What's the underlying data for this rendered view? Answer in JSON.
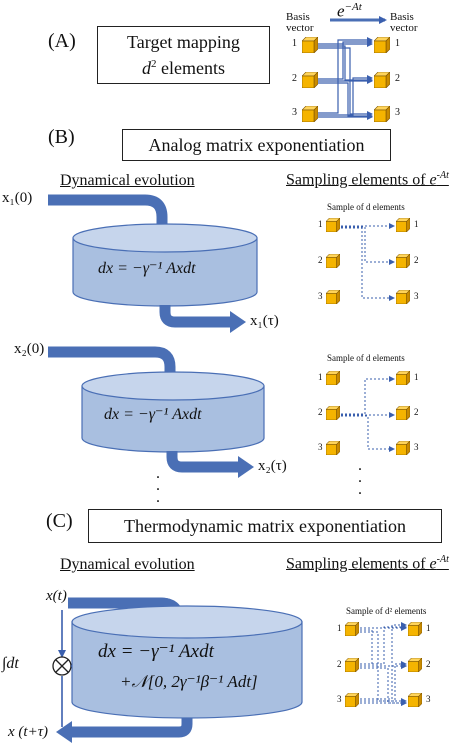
{
  "panel_a": {
    "label": "(A)",
    "target_title": "Target mapping",
    "target_sub_base": "d",
    "target_sub_exp": "2",
    "target_sub_rest": " elements",
    "mapping_op": "e",
    "mapping_op_exp": "−At",
    "basis_left": "Basis vector",
    "basis_right": "Basis vector",
    "indices": [
      "1",
      "2",
      "3"
    ]
  },
  "panel_b": {
    "label": "(B)",
    "title": "Analog matrix exponentiation",
    "dyn_heading": "Dynamical evolution",
    "sampling_heading": "Sampling elements of ",
    "sampling_heading_op": "e",
    "sampling_heading_exp": "-At",
    "runs": [
      {
        "input": "x₁(0)",
        "output": "x₁(τ)",
        "equation": "dx = −γ⁻¹ Axdt"
      },
      {
        "input": "x₂(0)",
        "output": "x₂(τ)",
        "equation": "dx = −γ⁻¹ Axdt"
      }
    ],
    "sample_caption": "Sample of d elements",
    "indices": [
      "1",
      "2",
      "3"
    ],
    "ellipsis": "."
  },
  "panel_c": {
    "label": "(C)",
    "title": "Thermodynamic matrix exponentiation",
    "dyn_heading": "Dynamical evolution",
    "sampling_heading": "Sampling elements of ",
    "sampling_heading_op": "e",
    "sampling_heading_exp": "-At",
    "input": "x(t)",
    "output": "x (t+τ)",
    "integrator": "∫dt",
    "equation_line1": "dx = −γ⁻¹ Axdt",
    "equation_line2": "+𝒩[0, 2γ⁻¹β⁻¹ Adt]",
    "sample_caption": "Sample of d² elements",
    "indices": [
      "1",
      "2",
      "3"
    ]
  },
  "colors": {
    "arrow_blue": "#4a6fb5",
    "cylinder_fill": "#a9bfe0",
    "cylinder_top": "#c6d5ec",
    "cube_front": "#f5b400",
    "cube_top": "#ffd45a",
    "cube_side": "#c98b00",
    "dotted_blue": "#3a5fae"
  }
}
